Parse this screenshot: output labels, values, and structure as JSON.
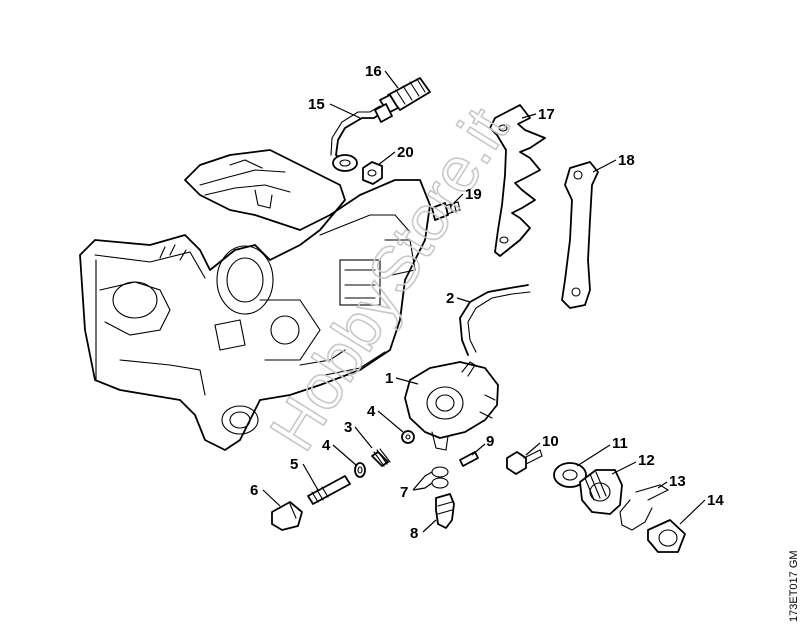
{
  "diagram": {
    "watermark": "HobbyStore.it",
    "drawing_code": "173ET017 GM",
    "callouts": [
      {
        "id": "1",
        "label": "1"
      },
      {
        "id": "2",
        "label": "2"
      },
      {
        "id": "3",
        "label": "3"
      },
      {
        "id": "4a",
        "label": "4"
      },
      {
        "id": "4b",
        "label": "4"
      },
      {
        "id": "5",
        "label": "5"
      },
      {
        "id": "6",
        "label": "6"
      },
      {
        "id": "7",
        "label": "7"
      },
      {
        "id": "8",
        "label": "8"
      },
      {
        "id": "9",
        "label": "9"
      },
      {
        "id": "10",
        "label": "10"
      },
      {
        "id": "11",
        "label": "11"
      },
      {
        "id": "12",
        "label": "12"
      },
      {
        "id": "13",
        "label": "13"
      },
      {
        "id": "14",
        "label": "14"
      },
      {
        "id": "15",
        "label": "15"
      },
      {
        "id": "16",
        "label": "16"
      },
      {
        "id": "17",
        "label": "17"
      },
      {
        "id": "18",
        "label": "18"
      },
      {
        "id": "19",
        "label": "19"
      },
      {
        "id": "20",
        "label": "20"
      }
    ]
  }
}
